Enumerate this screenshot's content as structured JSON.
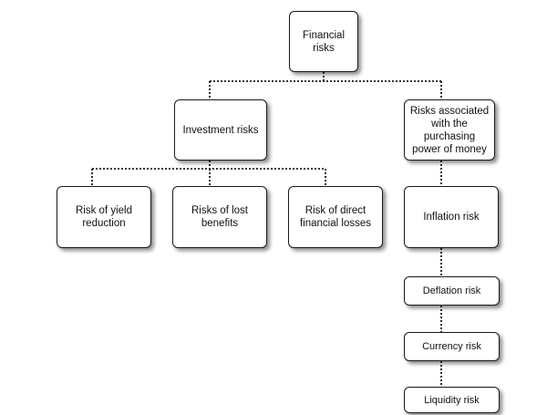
{
  "diagram": {
    "root": {
      "label": "Financial risks"
    },
    "investment": {
      "label": "Investment risks",
      "children": [
        {
          "label": "Risk of yield reduction"
        },
        {
          "label": "Risks of lost benefits"
        },
        {
          "label": "Risk of direct financial losses"
        }
      ]
    },
    "purchasing_power": {
      "label": "Risks associated with the purchasing power of money",
      "children": [
        {
          "label": "Inflation risk"
        },
        {
          "label": "Deflation risk"
        },
        {
          "label": "Currency risk"
        },
        {
          "label": "Liquidity risk"
        }
      ]
    }
  }
}
